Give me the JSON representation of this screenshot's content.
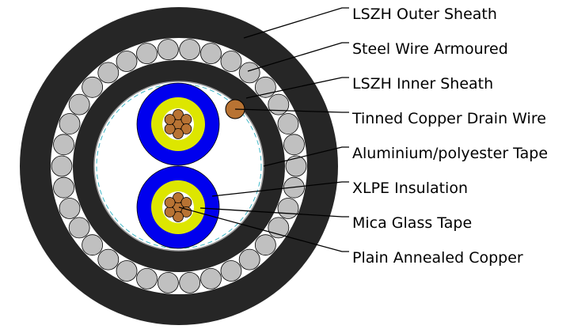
{
  "title": "Cable cross-section",
  "labels": [
    {
      "id": "outer-sheath",
      "text": "LSZH Outer Sheath"
    },
    {
      "id": "steel-wire-armour",
      "text": "Steel Wire Armoured"
    },
    {
      "id": "inner-sheath",
      "text": "LSZH Inner Sheath"
    },
    {
      "id": "drain-wire",
      "text": "Tinned Copper Drain Wire"
    },
    {
      "id": "foil-tape",
      "text": "Aluminium/polyester Tape"
    },
    {
      "id": "xlpe-insulation",
      "text": "XLPE Insulation"
    },
    {
      "id": "mica-tape",
      "text": "Mica Glass Tape"
    },
    {
      "id": "copper-conductor",
      "text": "Plain Annealed Copper"
    }
  ],
  "colors": {
    "sheath": "#262626",
    "armour": "#c0c0c0",
    "insulation": "#0000ee",
    "mica": "#dde600",
    "copper": "#b87333",
    "tape": "#3fb8c8"
  }
}
